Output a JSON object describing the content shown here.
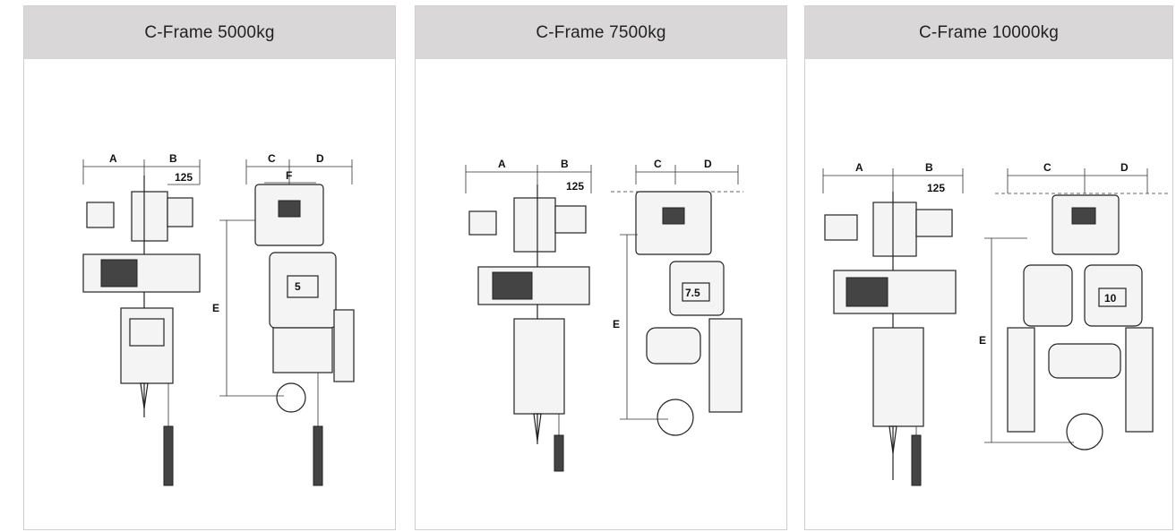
{
  "panels": [
    {
      "title": "C-Frame 5000kg",
      "dims": {
        "a": "A",
        "b": "B",
        "c": "C",
        "d": "D",
        "e": "E",
        "f": "F",
        "v125": "125"
      },
      "plates": {
        "capacity_left": "5"
      }
    },
    {
      "title": "C-Frame 7500kg",
      "dims": {
        "a": "A",
        "b": "B",
        "c": "C",
        "d": "D",
        "e": "E",
        "v125": "125"
      },
      "plates": {
        "capacity": "7.5"
      }
    },
    {
      "title": "C-Frame 10000kg",
      "dims": {
        "a": "A",
        "b": "B",
        "c": "C",
        "d": "D",
        "e": "E",
        "v125": "125"
      },
      "plates": {
        "capacity": "10"
      }
    }
  ]
}
